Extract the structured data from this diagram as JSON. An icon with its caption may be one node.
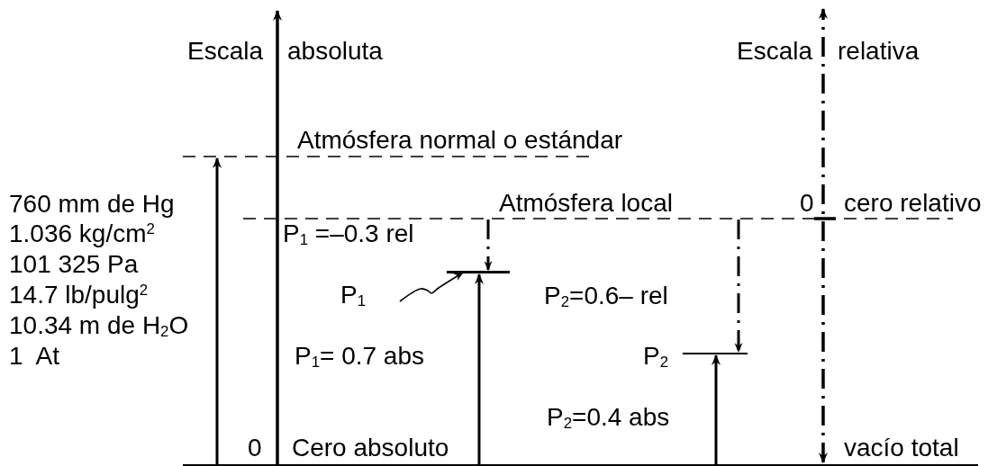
{
  "diagram": {
    "nodes": [
      {
        "text": [
          "P$_{1}$"
        ]
      },
      {
        "text": [],
        "shape": "bar"
      }
    ],
    "edges": [
      {
        "from": 0,
        "to": 1,
        "arrow": "to"
      }
    ],
    "labels": [
      "Escala",
      "absoluta",
      "Escala",
      "relativa",
      "Atmósfera normal o estándar",
      "760 mm de Hg",
      "Atmósfera local",
      "0",
      "cero relativo",
      "1.036 kg/cm$^{2}$",
      "P$_{1}$ =–0.3 rel",
      "101 325 Pa",
      "14.7 lb/pulg$^{2}$",
      "P$_{2}$=0.6– rel",
      "10.34 m de H$_{2}$O",
      "1  At",
      "P$_{1}$= 0.7 abs",
      "P$_{2}$",
      "P$_{2}$=0.4 abs",
      "0",
      "Cero absoluto",
      "vacío total"
    ]
  }
}
